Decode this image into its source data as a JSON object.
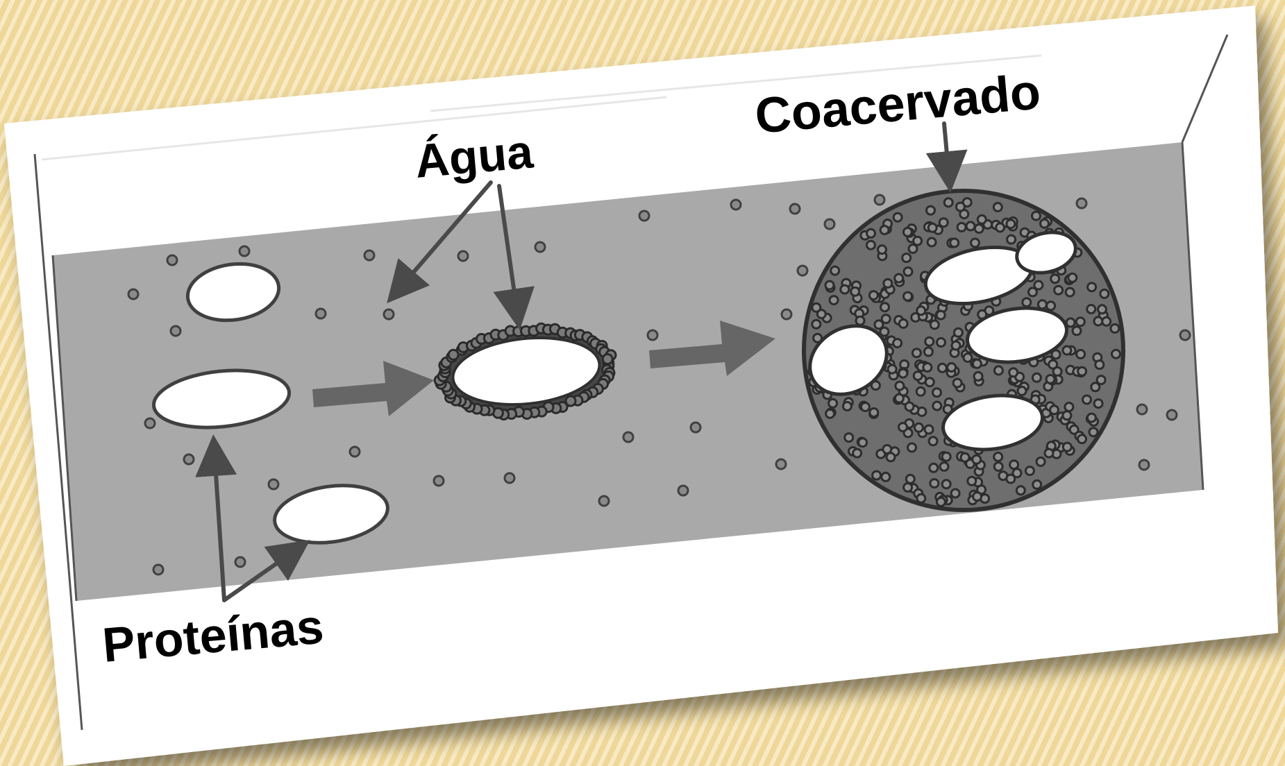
{
  "labels": {
    "agua": "Água",
    "coacervado": "Coacervado",
    "proteinas": "Proteínas"
  },
  "colors": {
    "background": "#f3dda0",
    "card": "#ffffff",
    "band": "#a9a9a9",
    "outline": "#444444",
    "droplet": "#ffffff",
    "text": "#000000"
  }
}
